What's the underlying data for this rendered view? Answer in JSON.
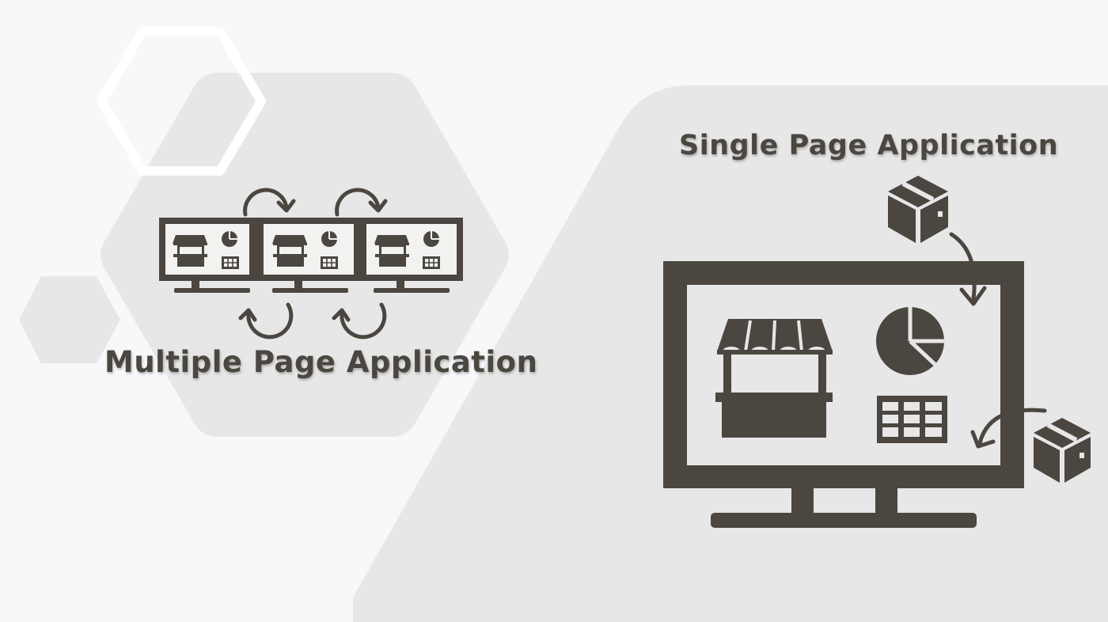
{
  "mpa": {
    "title": "Multiple Page Application",
    "screen_count": 3
  },
  "spa": {
    "title": "Single Page Application"
  },
  "colors": {
    "background": "#f8f8fa",
    "panel": "#e7e7e7",
    "ink": "#4b4640",
    "screen": "#f2f2f0"
  },
  "icons": [
    "hexagon-outline",
    "monitor-icon",
    "shop-icon",
    "pie-chart-icon",
    "table-icon",
    "refresh-arrow-icon",
    "package-box-icon",
    "curved-arrow-icon"
  ]
}
